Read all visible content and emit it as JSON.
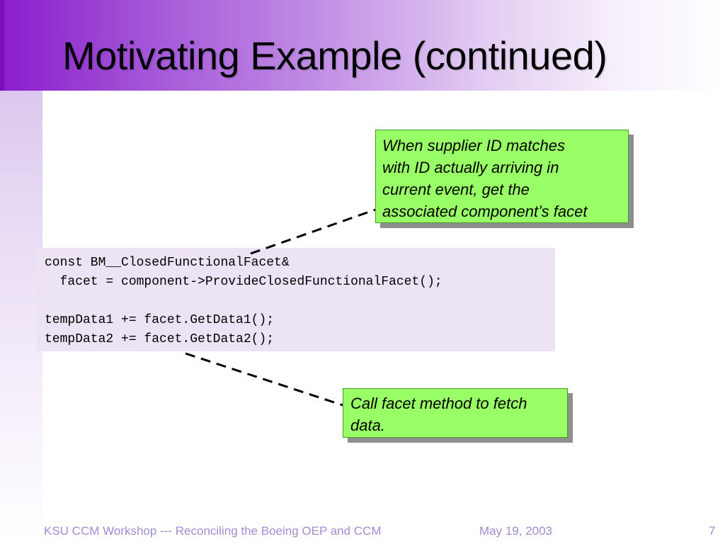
{
  "slide": {
    "title": "Motivating Example (continued)"
  },
  "code": {
    "lines": [
      "const BM__ClosedFunctionalFacet&",
      "  facet = component->ProvideClosedFunctionalFacet();",
      "",
      "tempData1 += facet.GetData1();",
      "tempData2 += facet.GetData2();"
    ]
  },
  "callouts": {
    "supplier_match": {
      "lines": [
        "When supplier ID matches",
        "with ID actually arriving in",
        "current event, get the",
        "associated component’s facet"
      ]
    },
    "fetch_data": {
      "lines": [
        "Call facet method to fetch",
        "data."
      ]
    }
  },
  "footer": {
    "left": "KSU CCM Workshop --- Reconciling the Boeing OEP and CCM",
    "center": "May 19, 2003",
    "right": "7"
  },
  "colors": {
    "accent_purple": "#8b1ccc",
    "code_background": "#ece4f5",
    "callout_fill": "#99ff66",
    "footer_text": "#a48bd2"
  }
}
